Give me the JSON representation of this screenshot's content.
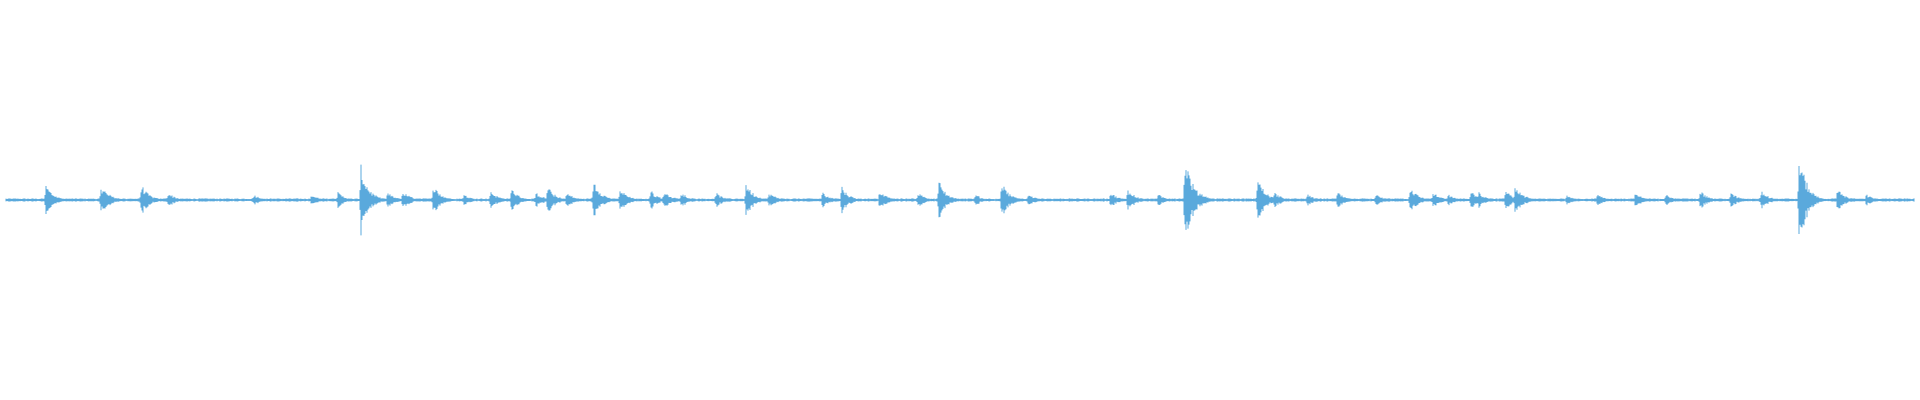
{
  "waveform": {
    "color": "#5aa9dc",
    "baseline_color": "#8ec6ea",
    "bursts": [
      [
        0.021,
        0.08
      ],
      [
        0.05,
        0.07
      ],
      [
        0.052,
        0.05
      ],
      [
        0.071,
        0.08
      ],
      [
        0.085,
        0.04
      ],
      [
        0.13,
        0.03
      ],
      [
        0.16,
        0.03
      ],
      [
        0.174,
        0.04
      ],
      [
        0.186,
        0.18
      ],
      [
        0.2,
        0.04
      ],
      [
        0.208,
        0.05
      ],
      [
        0.224,
        0.08
      ],
      [
        0.24,
        0.03
      ],
      [
        0.254,
        0.05
      ],
      [
        0.265,
        0.06
      ],
      [
        0.278,
        0.04
      ],
      [
        0.284,
        0.07
      ],
      [
        0.294,
        0.04
      ],
      [
        0.308,
        0.11
      ],
      [
        0.322,
        0.06
      ],
      [
        0.338,
        0.05
      ],
      [
        0.345,
        0.05
      ],
      [
        0.354,
        0.04
      ],
      [
        0.372,
        0.04
      ],
      [
        0.388,
        0.09
      ],
      [
        0.4,
        0.04
      ],
      [
        0.428,
        0.04
      ],
      [
        0.438,
        0.07
      ],
      [
        0.458,
        0.05
      ],
      [
        0.478,
        0.04
      ],
      [
        0.489,
        0.1
      ],
      [
        0.508,
        0.03
      ],
      [
        0.522,
        0.09
      ],
      [
        0.536,
        0.03
      ],
      [
        0.579,
        0.04
      ],
      [
        0.588,
        0.06
      ],
      [
        0.604,
        0.03
      ],
      [
        0.618,
        0.24
      ],
      [
        0.626,
        0.04
      ],
      [
        0.656,
        0.12
      ],
      [
        0.665,
        0.04
      ],
      [
        0.682,
        0.03
      ],
      [
        0.698,
        0.04
      ],
      [
        0.718,
        0.03
      ],
      [
        0.736,
        0.07
      ],
      [
        0.748,
        0.04
      ],
      [
        0.756,
        0.03
      ],
      [
        0.772,
        0.04
      ],
      [
        0.768,
        0.05
      ],
      [
        0.786,
        0.05
      ],
      [
        0.791,
        0.08
      ],
      [
        0.818,
        0.03
      ],
      [
        0.834,
        0.03
      ],
      [
        0.854,
        0.04
      ],
      [
        0.87,
        0.03
      ],
      [
        0.888,
        0.05
      ],
      [
        0.904,
        0.04
      ],
      [
        0.92,
        0.05
      ],
      [
        0.94,
        0.24
      ],
      [
        0.96,
        0.06
      ],
      [
        0.975,
        0.03
      ]
    ]
  }
}
